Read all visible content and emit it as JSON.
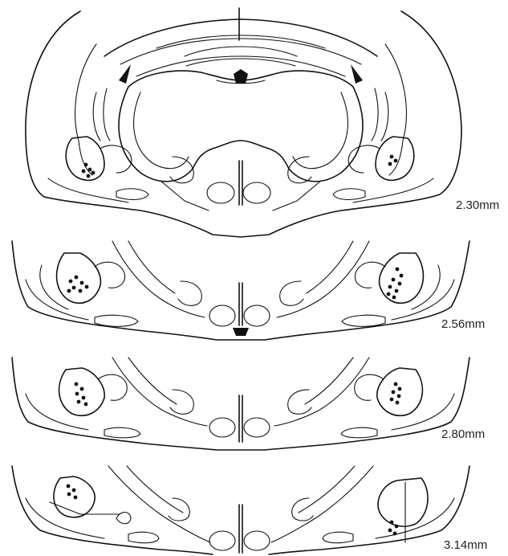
{
  "sections": [
    {
      "label": "2.30mm"
    },
    {
      "label": "2.56mm"
    },
    {
      "label": "2.80mm"
    },
    {
      "label": "3.14mm"
    }
  ],
  "colors": {
    "ink": "#111111",
    "background": "#ffffff",
    "label": "#222222"
  }
}
